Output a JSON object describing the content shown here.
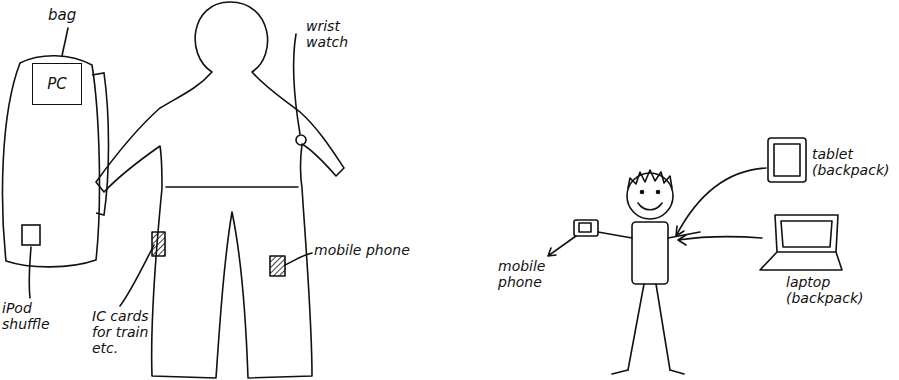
{
  "diagram": {
    "nodes": [
      {
        "text": [
          "bag"
        ]
      },
      {
        "text": [
          "PC"
        ],
        "in": 0
      }
    ],
    "labels": [
      "iPod shuffle",
      "IC cards for train etc.",
      "wrist watch",
      "mobile phone",
      "mobile phone",
      "tablet (backpack)",
      "laptop (backpack)"
    ]
  }
}
